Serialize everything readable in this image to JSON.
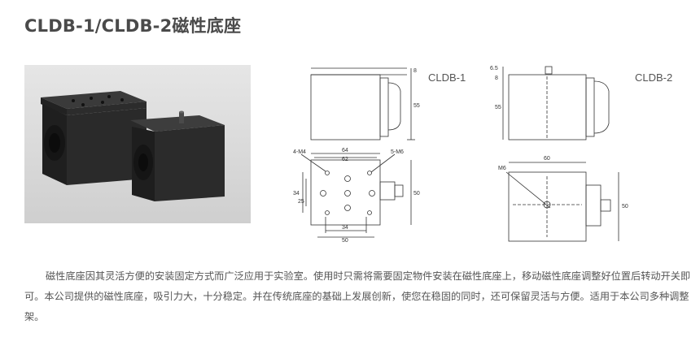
{
  "page": {
    "title": "CLDB-1/CLDB-2磁性底座"
  },
  "drawings": {
    "model_1": "CLDB-1",
    "model_2": "CLDB-2",
    "cldb1": {
      "dim_top": "8",
      "dim_height": "55",
      "dim_width_outer": "64",
      "dim_width_inner": "62",
      "label_left": "4-M4",
      "label_right": "5-M6",
      "dim_side_outer": "34",
      "dim_side_inner": "25",
      "dim_depth": "50",
      "dim_bottom_inner": "34",
      "dim_bottom_outer": "50"
    },
    "cldb2": {
      "dim_top_1": "6.5",
      "dim_top_2": "8",
      "dim_height": "55",
      "dim_width": "60",
      "label_hole": "M6",
      "dim_depth": "50"
    }
  },
  "description": {
    "text": "磁性底座因其灵活方便的安装固定方式而广泛应用于实验室。使用时只需将需要固定物件安装在磁性底座上，移动磁性底座调整好位置后转动开关即可。本公司提供的磁性底座，吸引力大，十分稳定。并在传统底座的基础上发展创新，使您在稳固的同时，还可保留灵活与方便。适用于本公司多种调整架。"
  }
}
